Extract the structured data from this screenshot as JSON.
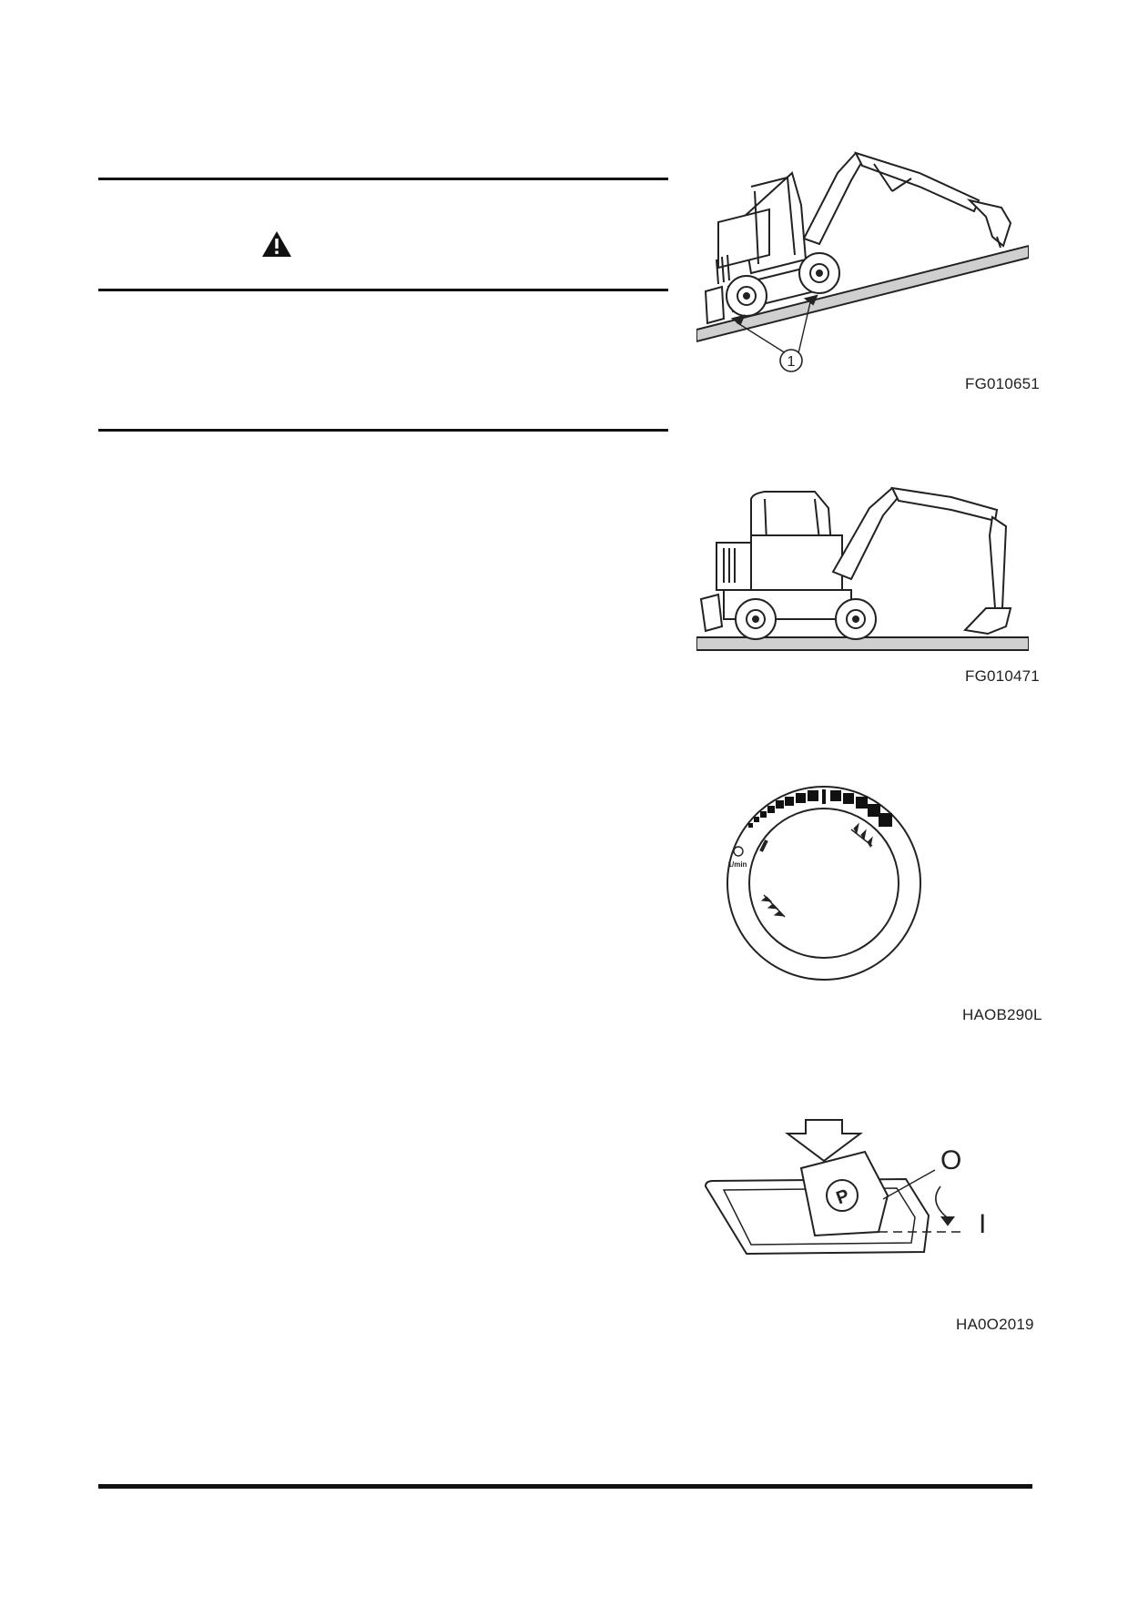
{
  "figures": [
    {
      "id": "slope-parking",
      "code": "FG010651",
      "callout": "1"
    },
    {
      "id": "level-parking",
      "code": "FG010471"
    },
    {
      "id": "speed-dial",
      "code": "HAOB290L",
      "dial_label": "1/min"
    },
    {
      "id": "parking-brake-switch",
      "code": "HA0O2019",
      "switch_symbol": "P",
      "positions": [
        "O",
        "I"
      ]
    }
  ]
}
